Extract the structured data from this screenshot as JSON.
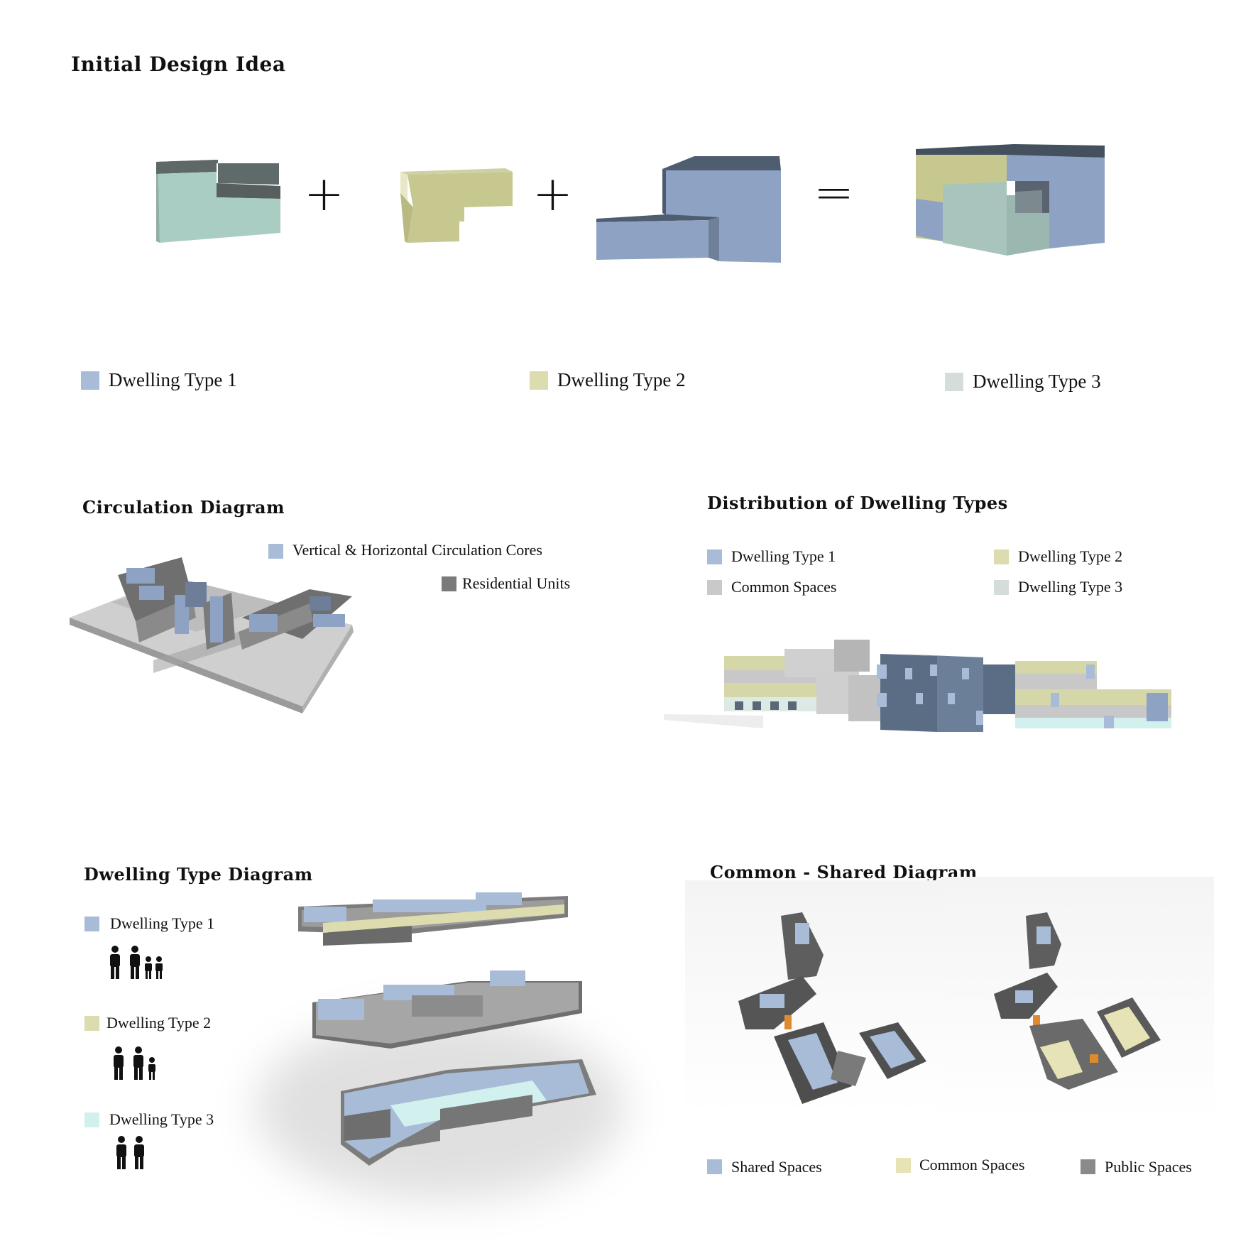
{
  "colors": {
    "dwelling1": "#a8bcd8",
    "dwelling2": "#dcdcae",
    "dwelling3": "#d4ddd9",
    "dwelling3_alt": "#d2f0ee",
    "circulation": "#a8bcd8",
    "residential": "#7a7a7a",
    "common_gray": "#c9c9c9",
    "shared": "#a8bcd8",
    "common_yellow": "#e6e3b6",
    "public": "#8a8a8a"
  },
  "initial": {
    "title": "Initial Design Idea",
    "op1": "+",
    "op2": "+",
    "op3": "=",
    "legend": [
      "Dwelling Type 1",
      "Dwelling Type 2",
      "Dwelling Type 3"
    ]
  },
  "circulation": {
    "title": "Circulation Diagram",
    "legend": [
      "Vertical & Horizontal Circulation Cores",
      "Residential Units"
    ]
  },
  "distribution": {
    "title": "Distribution of Dwelling Types",
    "legend": [
      "Dwelling Type 1",
      "Dwelling Type 2",
      "Common Spaces",
      "Dwelling Type 3"
    ]
  },
  "dwelling_diagram": {
    "title": "Dwelling Type Diagram",
    "items": [
      {
        "label": "Dwelling Type 1",
        "people_icon": "family-of-four-icon"
      },
      {
        "label": "Dwelling Type 2",
        "people_icon": "family-of-three-icon"
      },
      {
        "label": "Dwelling Type 3",
        "people_icon": "couple-icon"
      }
    ]
  },
  "common_shared": {
    "title": "Common - Shared Diagram",
    "legend": [
      "Shared Spaces",
      "Common Spaces",
      "Public Spaces"
    ]
  }
}
